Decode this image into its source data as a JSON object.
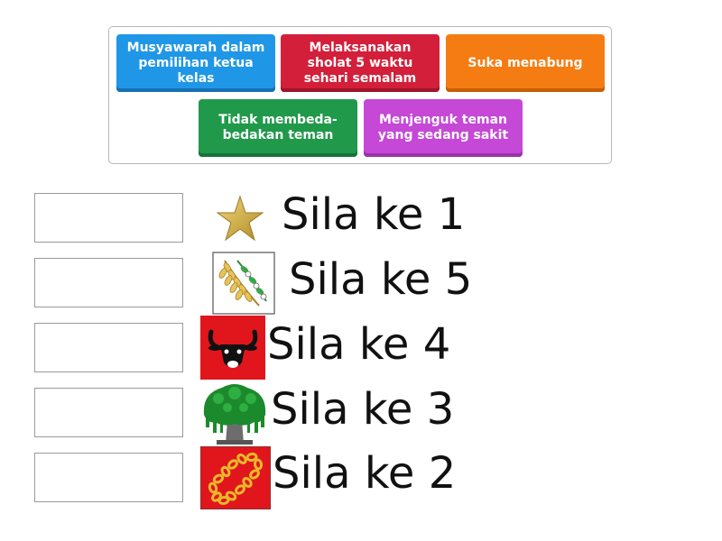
{
  "tiles": [
    {
      "label": "Musyawarah dalam pemilihan ketua kelas",
      "color": "#1f97e6"
    },
    {
      "label": "Melaksanakan sholat 5 waktu sehari semalam",
      "color": "#d31f3a"
    },
    {
      "label": "Suka menabung",
      "color": "#f57c12"
    },
    {
      "label": "Tidak membeda-bedakan teman",
      "color": "#20994a"
    },
    {
      "label": "Menjenguk teman yang sedang sakit",
      "color": "#c548d6"
    }
  ],
  "rows": [
    {
      "label": "Sila ke 1",
      "icon": "star-icon"
    },
    {
      "label": "Sila ke 5",
      "icon": "rice-cotton-icon"
    },
    {
      "label": "Sila ke 4",
      "icon": "bull-head-icon"
    },
    {
      "label": "Sila ke 3",
      "icon": "banyan-tree-icon"
    },
    {
      "label": "Sila ke 2",
      "icon": "chain-icon"
    }
  ]
}
